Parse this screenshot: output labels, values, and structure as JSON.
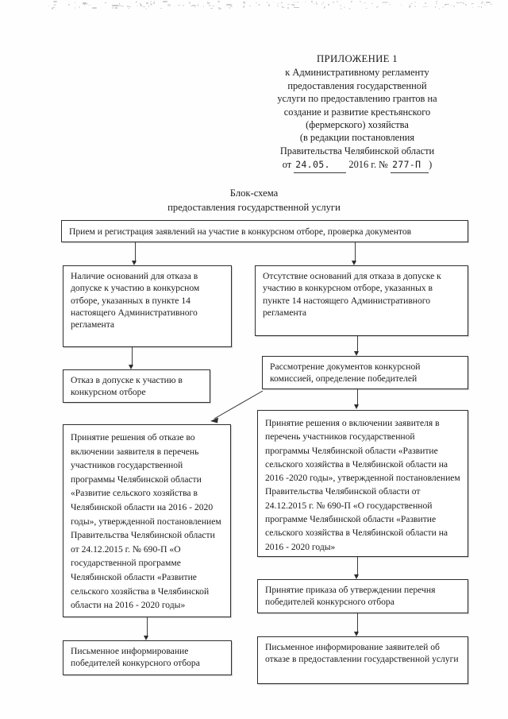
{
  "document": {
    "header": {
      "title": "ПРИЛОЖЕНИЕ 1",
      "lines": [
        "к Административному регламенту",
        "предоставления государственной",
        "услуги по предоставлению грантов на",
        "создание и развитие крестьянского",
        "(фермерского) хозяйства",
        "(в редакции постановления",
        "Правительства Челябинской области"
      ],
      "dateline": {
        "prefix": "от",
        "date_stamp": "24.05.",
        "year": "2016 г. №",
        "number_stamp": "277-П",
        "suffix": ")"
      }
    },
    "caption": {
      "line1": "Блок-схема",
      "line2": "предоставления государственной услуги"
    }
  },
  "flow": {
    "nodes": {
      "intake": "Прием и регистрация заявлений на участие в конкурсном отборе, проверка документов",
      "grounds_present": "Наличие оснований для отказа в допуске к участию в конкурсном отборе, указанных в пункте 14 настоящего Административного регламента",
      "grounds_absent": "Отсутствие оснований для отказа в допуске к участию в конкурсном отборе, указанных в пункте 14 настоящего  Административного регламента",
      "refusal_admission": "Отказ в допуске к участию в конкурсном отборе",
      "commission_review": "Рассмотрение документов конкурсной комиссией, определение победителей",
      "decision_refuse": "Принятие решения об отказе во включении заявителя в перечень участников государственной программы Челябинской области «Развитие сельского хозяйства в Челябинской области на 2016 - 2020 годы», утвержденной постановлением Правительства Челябинской области  от 24.12.2015 г. № 690-П «О государственной программе Челябинской области «Развитие сельского хозяйства в Челябинской области на 2016 - 2020 годы»",
      "decision_include": "Принятие решения о включении заявителя в перечень участников государственной программы Челябинской области «Развитие сельского хозяйства в Челябинской области на 2016 -2020 годы», утвержденной постановлением Правительства Челябинской области от 24.12.2015 г. № 690-П «О государственной программе Челябинской области «Развитие сельского хозяйства в Челябинской области на 2016 - 2020 годы»",
      "order_approval": "Принятие приказа об утверждении перечня победителей конкурсного отбора",
      "inform_winners": "Письменное информирование победителей конкурсного отбора",
      "inform_refusal": "Письменное информирование заявителей об отказе в предоставлении государственной услуги"
    }
  },
  "theme": {
    "page_background": "#fefefe",
    "ink": "#1b1b1b",
    "box_border": "#2e2e2e",
    "connector": "#3c3c3c"
  }
}
